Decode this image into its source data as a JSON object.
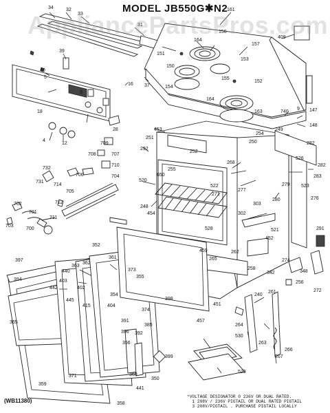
{
  "title": "MODEL JB550G✱N2",
  "watermark": "AppliancePartsPros.com",
  "drawing_code": "(WB11380)",
  "note": "*VOLTAGE DESIGNATOR 0 236V OR DUAL RATED.\n  1 208V / 236V PIGTAIL OR DUAL RATED PIGTAIL\n  3 208V/PIGTAIL . PURCHASE PIGTAIL LOCALLY",
  "part_labels": [
    "34",
    "32",
    "33",
    "31",
    "161",
    "409",
    "39",
    "40",
    "5",
    "16",
    "3",
    "37",
    "151",
    "164",
    "156",
    "150",
    "153",
    "157",
    "155",
    "152",
    "154",
    "164",
    "163",
    "18",
    "28",
    "4",
    "12",
    "740",
    "249",
    "9",
    "147",
    "148",
    "453",
    "251",
    "292",
    "252",
    "254",
    "250",
    "282",
    "282",
    "526",
    "283",
    "279",
    "523",
    "268",
    "277",
    "280",
    "303",
    "276",
    "709",
    "708",
    "707",
    "710",
    "706",
    "732",
    "704",
    "731",
    "714",
    "705",
    "702",
    "712",
    "701",
    "703",
    "711",
    "700",
    "520",
    "248",
    "255",
    "522",
    "650",
    "271",
    "302",
    "521",
    "528",
    "454",
    "452",
    "291",
    "352",
    "362",
    "361",
    "397",
    "363",
    "373",
    "440",
    "403",
    "355",
    "402",
    "394",
    "442",
    "404",
    "445",
    "415",
    "354",
    "374",
    "398",
    "365",
    "391",
    "350",
    "385",
    "396",
    "392",
    "459",
    "265",
    "258",
    "262",
    "256",
    "342",
    "348",
    "274",
    "272",
    "451",
    "457",
    "240",
    "264",
    "263",
    "261",
    "267",
    "266",
    "530",
    "529",
    "359",
    "360",
    "371",
    "356",
    "441",
    "358",
    "399"
  ]
}
